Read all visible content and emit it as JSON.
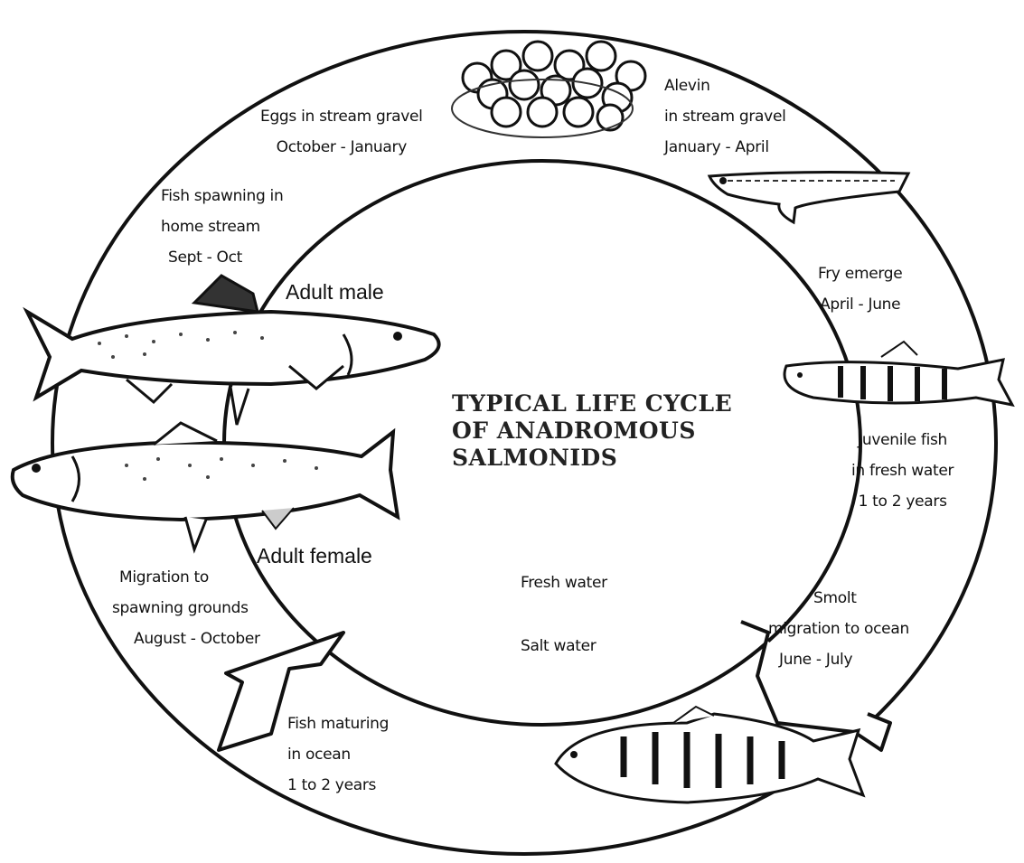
{
  "title": {
    "line1": "TYPICAL LIFE CYCLE",
    "line2": "OF ANADROMOUS",
    "line3": "SALMONIDS"
  },
  "stages": {
    "eggs": {
      "line1": "Eggs in stream gravel",
      "line2": "October - January"
    },
    "alevin": {
      "line1": "Alevin",
      "line2": "in stream gravel",
      "line3": "January - April"
    },
    "fry": {
      "line1": "Fry emerge",
      "line2": "April - June"
    },
    "juvenile": {
      "line1": "Juvenile fish",
      "line2": "in fresh water",
      "line3": "1 to 2 years"
    },
    "smolt": {
      "line1": "Smolt",
      "line2": "migration to ocean",
      "line3": "June - July"
    },
    "ocean": {
      "line1": "Fish maturing",
      "line2": "in ocean",
      "line3": "1 to 2 years"
    },
    "migration": {
      "line1": "Migration to",
      "line2": "spawning grounds",
      "line3": "August - October"
    },
    "spawning": {
      "line1": "Fish spawning in",
      "line2": "home stream",
      "line3": "Sept - Oct"
    }
  },
  "adults": {
    "male": "Adult male",
    "female": "Adult female"
  },
  "water": {
    "fresh": "Fresh water",
    "salt": "Salt water"
  }
}
